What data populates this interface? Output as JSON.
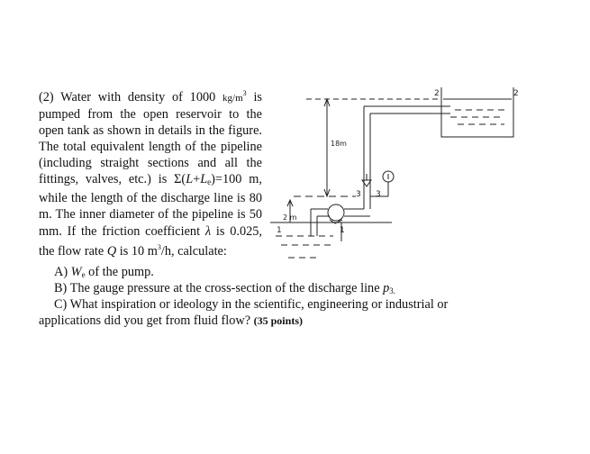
{
  "problem": {
    "l1_a": "(2) Water with density of 1000 ",
    "l1_unit": "kg/m",
    "l1_sup": "3",
    "l2": "is pumped from the open reservoir to",
    "l3": "the open tank as shown in details in the",
    "l4": "figure. The total equivalent length of",
    "l5": "the pipeline (including straight",
    "l6": "sections and all the fittings, valves, etc.)",
    "l7_a": "is Σ(",
    "l7_L": "L",
    "l7_plus": "+",
    "l7_Le": "L",
    "l7_e": "e",
    "l7_b": ")=100 m, while the length of",
    "l8": "the discharge line is 80 m. The inner",
    "l9": "diameter of the pipeline is 50 mm. If",
    "l10_a": "the friction coefficient ",
    "l10_lambda": "λ",
    "l10_b": " is 0.025, the",
    "l11_a": "flow rate ",
    "l11_Q": "Q",
    "l11_b": " is 10 m",
    "l11_sup": "3",
    "l11_c": "/h, calculate:"
  },
  "questions": {
    "a_prefix": "A) ",
    "a_W": "W",
    "a_sub": "e",
    "a_rest": " of the pump.",
    "b_text": "B) The gauge pressure at the cross-section of the discharge line ",
    "b_p": "p",
    "b_sub": "3.",
    "c_line1": "C) What inspiration or ideology in the scientific, engineering or industrial or",
    "c_line2": "applications did you get from fluid flow? ",
    "c_points": "(35 points)"
  },
  "figure": {
    "label_2_left": "2",
    "label_2_right": "2",
    "height_18": "18m",
    "height_2": "2 m",
    "label_3_left": "3",
    "label_3_right": "3",
    "label_1_left": "1",
    "label_1_right": "1"
  }
}
